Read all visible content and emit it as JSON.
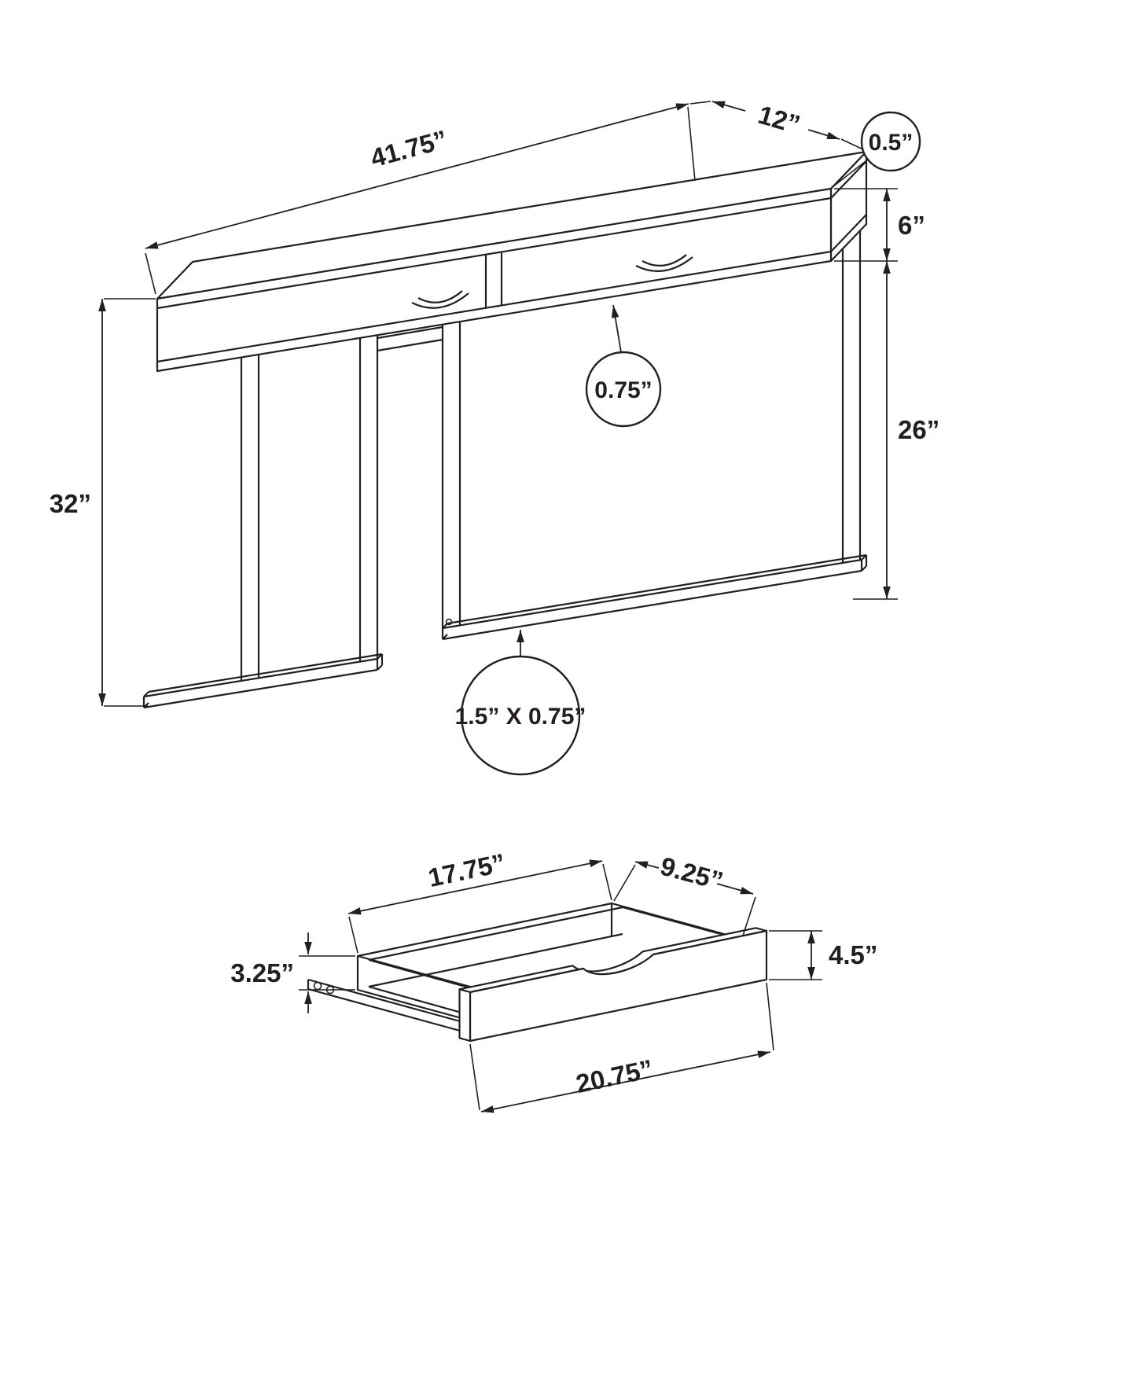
{
  "page": {
    "background": "#ffffff",
    "line_color": "#231f20"
  },
  "figure1": {
    "name": "console table isometric view",
    "dims": {
      "length": "41.75”",
      "depth": "12”",
      "top_thickness": "0.5”",
      "apron_height": "6”",
      "leg_clearance": "26”",
      "overall_height": "32”",
      "shelf_thickness": "0.75”",
      "tube_size": "1.5” X 0.75”"
    }
  },
  "figure2": {
    "name": "drawer isometric view",
    "dims": {
      "inner_width": "17.75”",
      "depth": "9.25”",
      "front_height": "4.5”",
      "side_height": "3.25”",
      "front_width": "20.75”"
    }
  }
}
